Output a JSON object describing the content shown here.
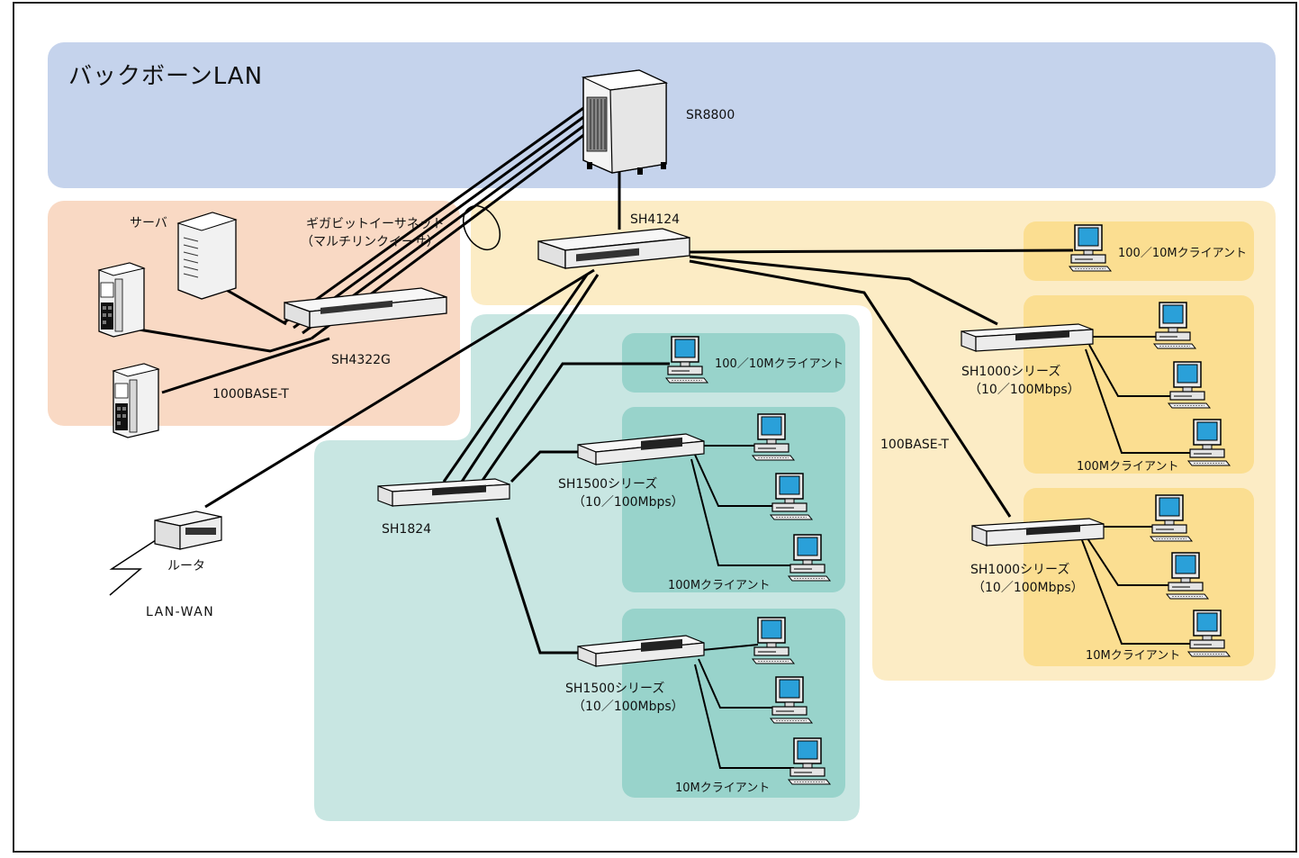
{
  "title": "バックボーンLAN",
  "devices": {
    "core": "SR8800",
    "distribution": "SH4124",
    "server_switch": "SH4322G",
    "edge_switch": "SH1824",
    "router": "ルータ"
  },
  "labels": {
    "server": "サーバ",
    "gigabit_line1": "ギガビットイーサネット",
    "gigabit_line2": "（マルチリンクイーサ）",
    "base_1000t": "1000BASE-T",
    "base_100t": "100BASE-T",
    "lan_wan": "LAN-WAN",
    "client_100_10": "100／10Mクライアント",
    "client_100_10_b": "100／10Mクライアント",
    "client_100m": "100Mクライアント",
    "client_100m_b": "100Mクライアント",
    "client_10m": "10Mクライアント",
    "client_10m_b": "10Mクライアント",
    "sh1500_a_line1": "SH1500シリーズ",
    "sh1500_a_line2": "（10／100Mbps）",
    "sh1500_b_line1": "SH1500シリーズ",
    "sh1500_b_line2": "（10／100Mbps）",
    "sh1000_a_line1": "SH1000シリーズ",
    "sh1000_a_line2": "（10／100Mbps）",
    "sh1000_b_line1": "SH1000シリーズ",
    "sh1000_b_line2": "（10／100Mbps）"
  },
  "colors": {
    "backbone_zone": "#c5d3ec",
    "server_zone": "#f9d9c4",
    "client_zone_yellow": "#fcecc5",
    "client_subzone_yellow": "#fbde91",
    "client_zone_teal": "#c8e6e2",
    "client_subzone_teal": "#98d3cb",
    "link": "#000000"
  }
}
